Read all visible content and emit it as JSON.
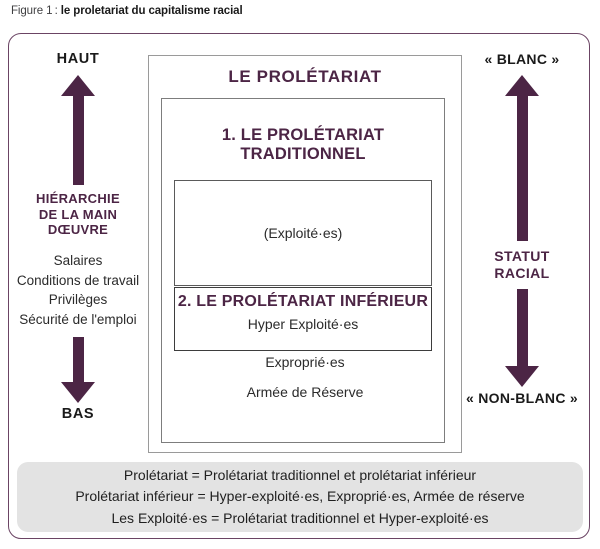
{
  "caption": {
    "label": "Figure 1 :",
    "title": "le proletariat du capitalisme racial"
  },
  "colors": {
    "purple": "#4c2545",
    "frame_purple": "#6b4464",
    "legend_bg": "#e3e3e3",
    "text_dark": "#231f20"
  },
  "left_axis": {
    "top_label": "HAUT",
    "axis_title_line1": "HIÉRARCHIE",
    "axis_title_line2": "DE LA MAIN DŒUVRE",
    "items": [
      "Salaires",
      "Conditions de travail",
      "Privilèges",
      "Sécurité de l'emploi"
    ],
    "bottom_label": "BAS",
    "up_arrow_icon": "arrow-up-icon",
    "down_arrow_icon": "arrow-down-icon"
  },
  "right_axis": {
    "top_label": "« BLANC »",
    "axis_title_line1": "STATUT",
    "axis_title_line2": "RACIAL",
    "bottom_label": "« NON-BLANC »",
    "up_arrow_icon": "arrow-up-icon",
    "down_arrow_icon": "arrow-down-icon"
  },
  "diagram": {
    "proletariat_title": "LE PROLÉTARIAT",
    "traditionnel_title": "1. LE PROLÉTARIAT TRADITIONNEL",
    "exploites_label": "(Exploité·es)",
    "inferieur_title": "2. LE PROLÉTARIAT INFÉRIEUR",
    "hyper_exploites": "Hyper Exploité·es",
    "expropries": "Exproprié·es",
    "armee_reserve": "Armée de Réserve"
  },
  "legend": {
    "lines": [
      "Prolétariat = Prolétariat traditionnel et prolétariat inférieur",
      "Prolétariat inférieur = Hyper-exploité·es, Exproprié·es, Armée de réserve",
      "Les Exploité·es = Prolétariat traditionnel et Hyper-exploité·es"
    ]
  }
}
